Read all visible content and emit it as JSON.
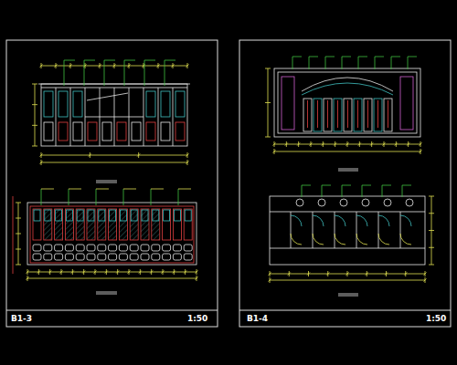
{
  "diagram": {
    "labels": [
      "B1-3",
      "1:50",
      "B1-4",
      "1:50"
    ]
  }
}
